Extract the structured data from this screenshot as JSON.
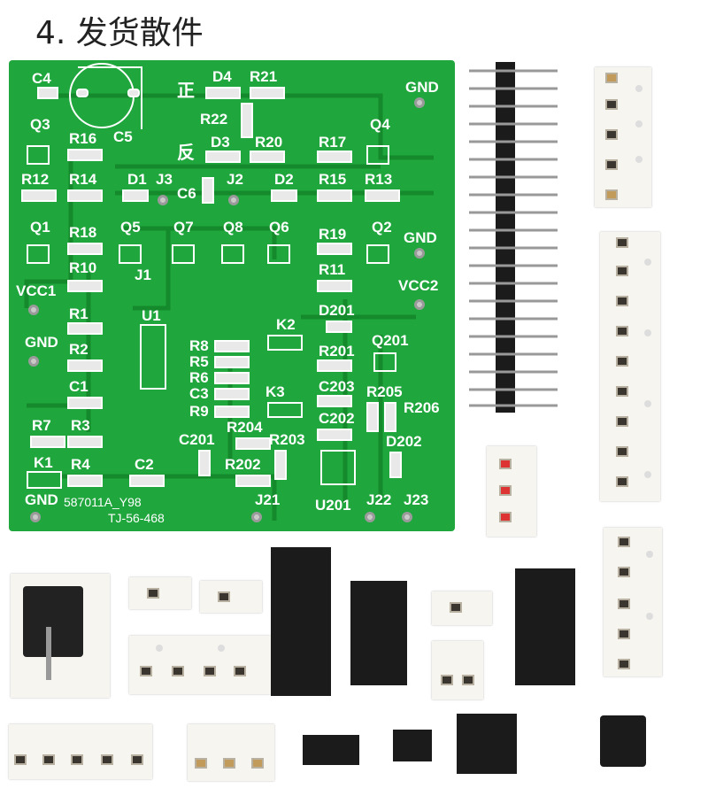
{
  "title": "4. 发货散件",
  "pcb_labels": {
    "C4": "C4",
    "C5": "C5",
    "D4": "D4",
    "R21": "R21",
    "zheng": "正",
    "fan": "反",
    "R22": "R22",
    "D3": "D3",
    "R20": "R20",
    "GND_top": "GND",
    "Q3": "Q3",
    "R16": "R16",
    "R17": "R17",
    "Q4": "Q4",
    "R12": "R12",
    "R14": "R14",
    "D1": "D1",
    "J3": "J3",
    "C6": "C6",
    "J2": "J2",
    "D2": "D2",
    "R15": "R15",
    "R13": "R13",
    "Q1": "Q1",
    "R18": "R18",
    "Q5": "Q5",
    "Q7": "Q7",
    "Q8": "Q8",
    "Q6": "Q6",
    "R19": "R19",
    "Q2": "Q2",
    "GND_right": "GND",
    "R10": "R10",
    "J1": "J1",
    "R11": "R11",
    "VCC1": "VCC1",
    "VCC2": "VCC2",
    "R1": "R1",
    "U1": "U1",
    "D201": "D201",
    "K2": "K2",
    "GND_left": "GND",
    "R2": "R2",
    "R8": "R8",
    "R5": "R5",
    "R6": "R6",
    "C3": "C3",
    "R9": "R9",
    "R201": "R201",
    "Q201": "Q201",
    "C1": "C1",
    "C203": "C203",
    "R205": "R205",
    "K3": "K3",
    "R206": "R206",
    "C202": "C202",
    "R7": "R7",
    "R3": "R3",
    "R204": "R204",
    "C201": "C201",
    "R203": "R203",
    "D202": "D202",
    "K1": "K1",
    "R4": "R4",
    "C2": "C2",
    "R202": "R202",
    "GND_bottom": "GND",
    "part_no": "587011A_Y98",
    "J21": "J21",
    "U201": "U201",
    "J22": "J22",
    "J23": "J23",
    "board_id": "TJ-56-468"
  },
  "components": [
    {
      "name": "pin-header",
      "color": "#1b1b1b"
    },
    {
      "name": "smd-resistor-strip"
    },
    {
      "name": "buzzer"
    },
    {
      "name": "transistor-strip"
    },
    {
      "name": "ic-soic"
    },
    {
      "name": "jumper-cap"
    }
  ],
  "colors": {
    "pcb": "#1fa63c",
    "silk": "#ffffff",
    "pad": "#e9e9e9"
  }
}
